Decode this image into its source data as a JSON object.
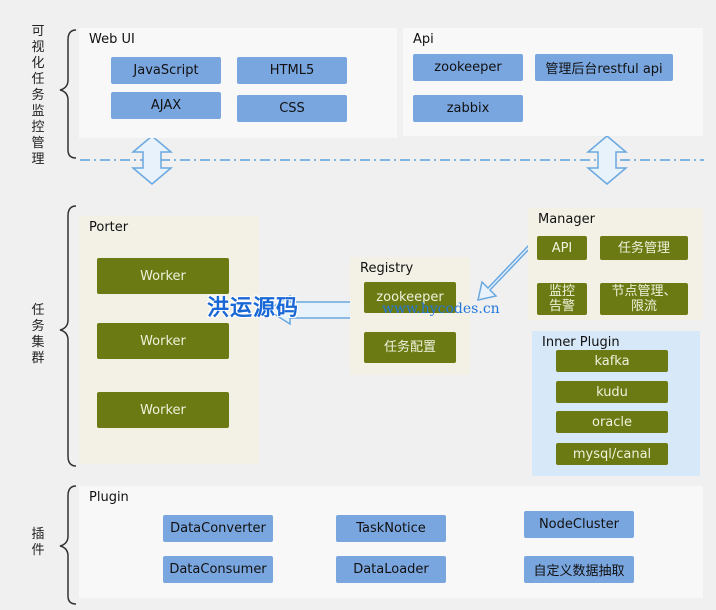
{
  "sections": {
    "web_task_monitor": "可视化任务监控管理",
    "task_cluster": "任务集群",
    "plugin": "插件"
  },
  "webui": {
    "title": "Web UI",
    "items": [
      "JavaScript",
      "HTML5",
      "AJAX",
      "CSS"
    ]
  },
  "api": {
    "title": "Api",
    "items": [
      "zookeeper",
      "管理后台restful api",
      "zabbix"
    ]
  },
  "porter": {
    "title": "Porter",
    "workers": [
      "Worker",
      "Worker",
      "Worker"
    ]
  },
  "registry": {
    "title": "Registry",
    "items": [
      "zookeeper",
      "任务配置"
    ]
  },
  "manager": {
    "title": "Manager",
    "items": [
      "API",
      "任务管理",
      "监控\n告警",
      "节点管理、\n限流"
    ]
  },
  "inner_plugin": {
    "title": "Inner Plugin",
    "items": [
      "kafka",
      "kudu",
      "oracle",
      "mysql/canal"
    ]
  },
  "plugin_panel": {
    "title": "Plugin",
    "items": [
      "DataConverter",
      "TaskNotice",
      "NodeCluster",
      "DataConsumer",
      "DataLoader",
      "自定义数据抽取"
    ]
  },
  "watermark": {
    "cn": "洪运源码",
    "en": "www.hycodes.cn"
  },
  "colors": {
    "background": "#f0f0f0",
    "panel_light": "#f8f8f8",
    "panel_beige": "#f3f1e6",
    "panel_blue": "#d7e8f8",
    "blue_button": "#7aa6e0",
    "green_button": "#6b7a12",
    "divider": "#5aa0dc"
  }
}
